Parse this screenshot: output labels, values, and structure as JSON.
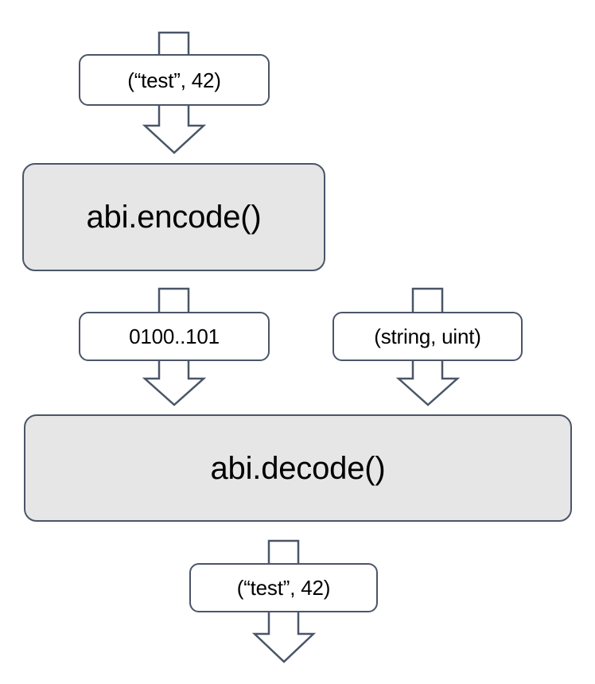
{
  "diagram": {
    "title": "abi.encode / abi.decode data flow",
    "background_color": "#ffffff",
    "border_color": "#4a5568",
    "process_fill_color": "#e6e6e6",
    "data_fill_color": "#ffffff",
    "text_color": "#000000",
    "nodes": {
      "input_tuple": {
        "label": "(“test”, 42)",
        "kind": "data"
      },
      "abi_encode": {
        "label": "abi.encode()",
        "kind": "process"
      },
      "encoded_bytes": {
        "label": "0100..101",
        "kind": "data"
      },
      "type_tuple": {
        "label": "(string, uint)",
        "kind": "data"
      },
      "abi_decode": {
        "label": "abi.decode()",
        "kind": "process"
      },
      "output_tuple": {
        "label": "(“test”, 42)",
        "kind": "data"
      }
    },
    "connectors": [
      {
        "name": "entry-stem",
        "from": "top-edge",
        "to": "input_tuple",
        "style": "open-stem"
      },
      {
        "name": "input-to-encode",
        "from": "input_tuple",
        "to": "abi_encode",
        "style": "block-arrow-down"
      },
      {
        "name": "encode-to-bytes-stem",
        "from": "abi_encode",
        "to": "encoded_bytes",
        "style": "open-stem"
      },
      {
        "name": "encode-to-types-stem",
        "from": "abi_encode",
        "to": "type_tuple",
        "style": "open-stem"
      },
      {
        "name": "bytes-to-decode",
        "from": "encoded_bytes",
        "to": "abi_decode",
        "style": "block-arrow-down"
      },
      {
        "name": "types-to-decode",
        "from": "type_tuple",
        "to": "abi_decode",
        "style": "block-arrow-down"
      },
      {
        "name": "decode-to-output-stem",
        "from": "abi_decode",
        "to": "output_tuple",
        "style": "open-stem"
      },
      {
        "name": "output-exit",
        "from": "output_tuple",
        "to": "bottom-edge",
        "style": "block-arrow-down"
      }
    ]
  }
}
